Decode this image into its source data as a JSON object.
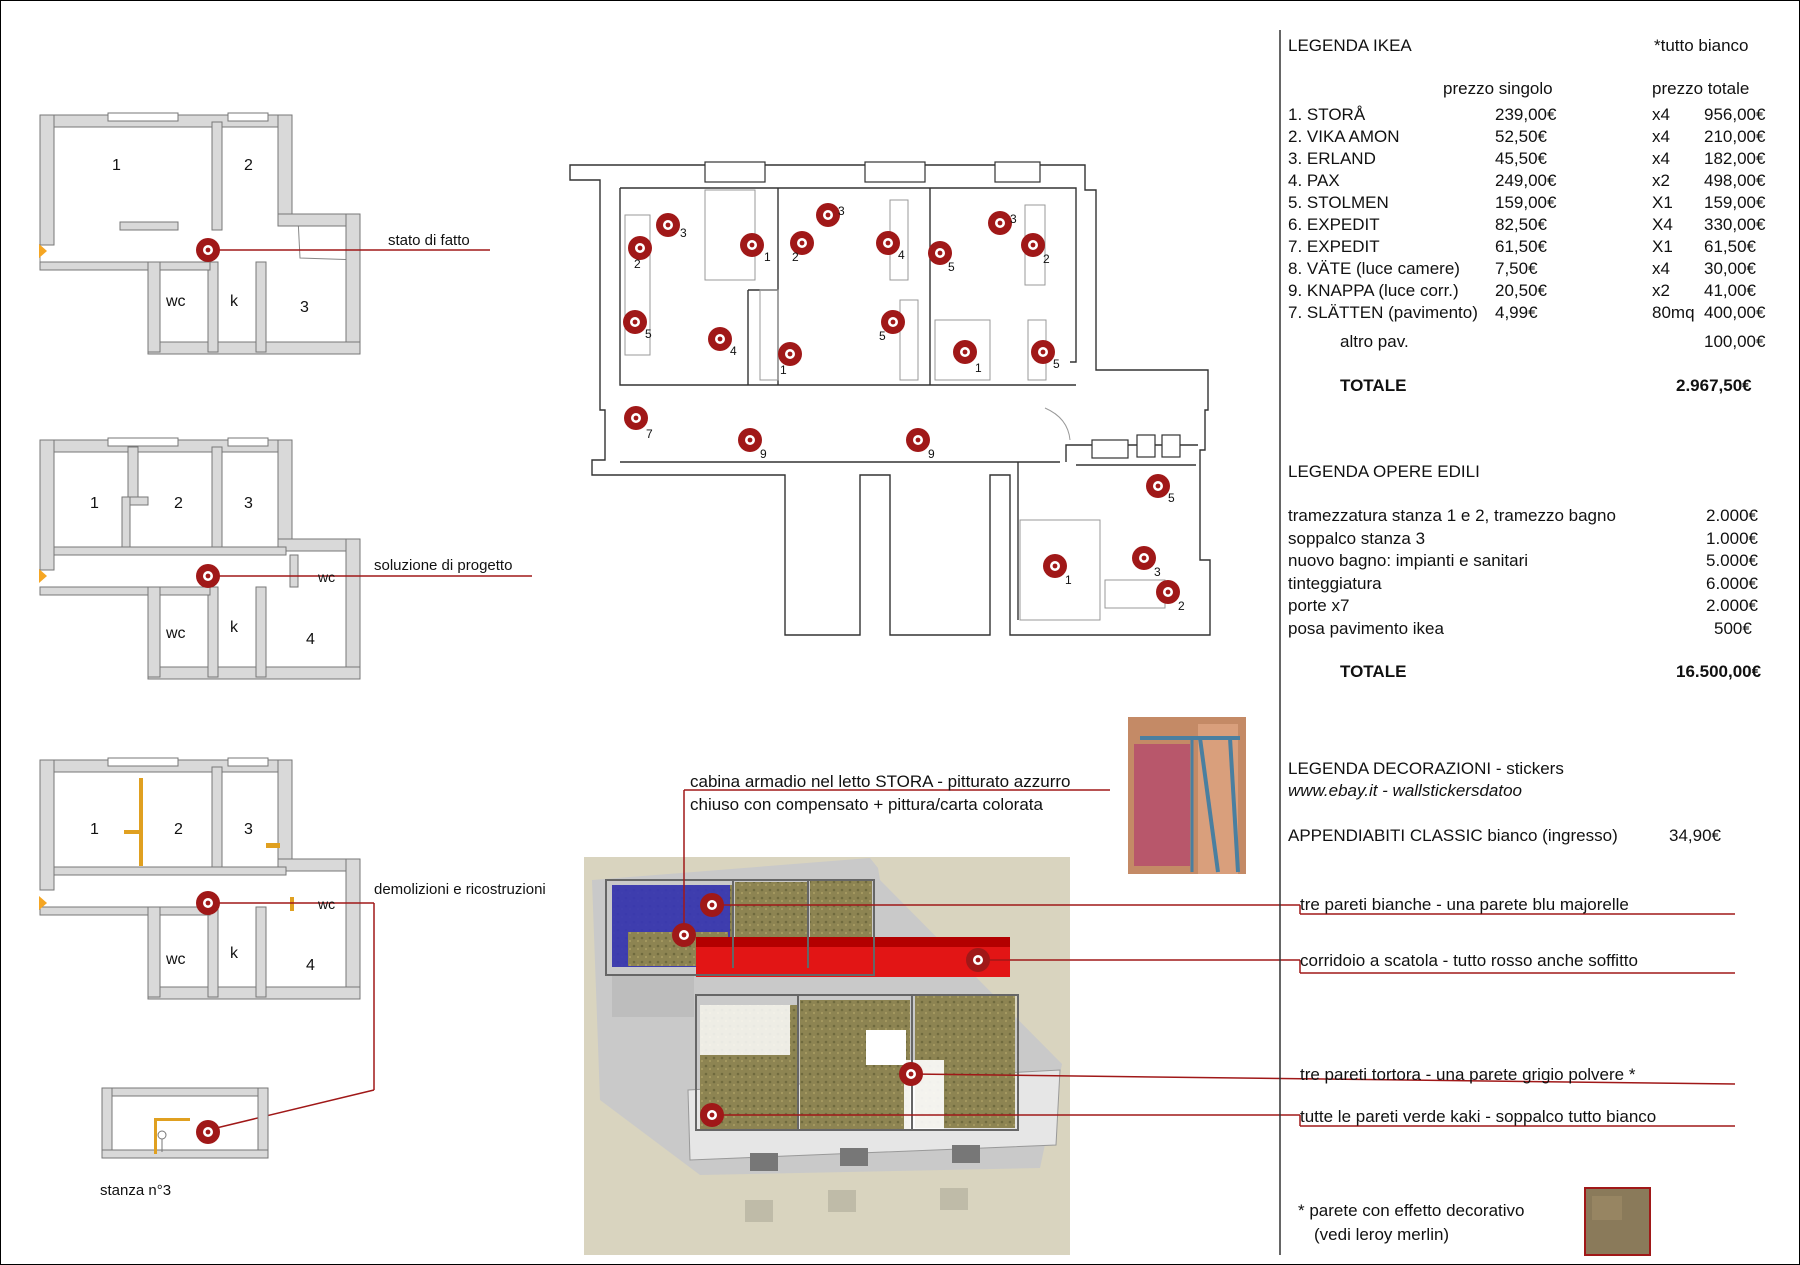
{
  "plans": {
    "plan1": {
      "caption": "stato di fatto",
      "rooms": [
        "1",
        "2",
        "wc",
        "k",
        "3"
      ]
    },
    "plan2": {
      "caption": "soluzione di progetto",
      "rooms": [
        "1",
        "2",
        "3",
        "wc",
        "wc",
        "k",
        "4"
      ]
    },
    "plan3": {
      "caption": "demolizioni e ricostruzioni",
      "rooms": [
        "1",
        "2",
        "3",
        "wc",
        "wc",
        "k",
        "4"
      ]
    },
    "detail": {
      "caption": "stanza n°3"
    }
  },
  "main_plan": {
    "markers": [
      "3",
      "2",
      "1",
      "2",
      "3",
      "4",
      "5",
      "3",
      "2",
      "5",
      "4",
      "1",
      "5",
      "1",
      "5",
      "7",
      "9",
      "9",
      "5",
      "1",
      "3",
      "2"
    ]
  },
  "callouts": {
    "top_line1": "cabina armadio nel letto STORA - pitturato azzurro",
    "top_line2": "chiuso con compensato + pittura/carta colorata",
    "c1": "tre pareti bianche - una parete blu majorelle",
    "c2": "corridoio a scatola - tutto rosso anche soffitto",
    "c3": "tre pareti tortora - una parete grigio polvere *",
    "c4": "tutte le pareti verde kaki - soppalco tutto bianco"
  },
  "ikea": {
    "title": "LEGENDA IKEA",
    "note": "*tutto bianco",
    "col_single": "prezzo singolo",
    "col_total": "prezzo totale",
    "rows": [
      {
        "name": "1. STORÅ",
        "single": "239,00€",
        "qty": "x4",
        "total": "956,00€"
      },
      {
        "name": "2. VIKA AMON",
        "single": "52,50€",
        "qty": "x4",
        "total": "210,00€"
      },
      {
        "name": "3. ERLAND",
        "single": "45,50€",
        "qty": "x4",
        "total": "182,00€"
      },
      {
        "name": "4. PAX",
        "single": "249,00€",
        "qty": "x2",
        "total": "498,00€"
      },
      {
        "name": "5. STOLMEN",
        "single": "159,00€",
        "qty": "X1",
        "total": "159,00€"
      },
      {
        "name": "6. EXPEDIT",
        "single": "82,50€",
        "qty": "X4",
        "total": "330,00€"
      },
      {
        "name": "7. EXPEDIT",
        "single": "61,50€",
        "qty": "X1",
        "total": "61,50€"
      },
      {
        "name": "8. VÄTE (luce camere)",
        "single": "7,50€",
        "qty": "x4",
        "total": "30,00€"
      },
      {
        "name": "9. KNAPPA (luce corr.)",
        "single": "20,50€",
        "qty": "x2",
        "total": "41,00€"
      },
      {
        "name": "7. SLÄTTEN (pavimento)",
        "single": "4,99€",
        "qty": "80mq",
        "total": "400,00€"
      }
    ],
    "extra_name": "altro pav.",
    "extra_total": "100,00€",
    "total_label": "TOTALE",
    "total_value": "2.967,50€"
  },
  "opere": {
    "title": "LEGENDA OPERE EDILI",
    "rows": [
      {
        "name": "tramezzatura stanza 1 e 2, tramezzo bagno",
        "value": "2.000€"
      },
      {
        "name": "soppalco stanza 3",
        "value": "1.000€"
      },
      {
        "name": "nuovo bagno: impianti e sanitari",
        "value": "5.000€"
      },
      {
        "name": "tinteggiatura",
        "value": "6.000€"
      },
      {
        "name": "porte  x7",
        "value": "2.000€"
      },
      {
        "name": "posa pavimento ikea",
        "value": "500€"
      }
    ],
    "total_label": "TOTALE",
    "total_value": "16.500,00€"
  },
  "decor": {
    "title": "LEGENDA DECORAZIONI - stickers",
    "site": "www.ebay.it  - wallstickersdatoo",
    "appendiabiti_label": "APPENDIABITI CLASSIC bianco (ingresso)",
    "appendiabiti_price": "34,90€"
  },
  "footnote": {
    "line1": "* parete con effetto decorativo",
    "line2": "(vedi leroy merlin)"
  },
  "colors": {
    "marker": "#a01818",
    "wall": "#d9d9d9",
    "callout_line": "#a01818",
    "arrow": "#f5a623",
    "blue_wall": "#2a2ab0",
    "red_corridor": "#e01010"
  }
}
